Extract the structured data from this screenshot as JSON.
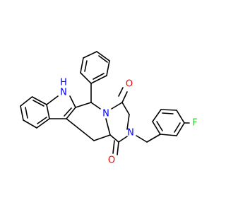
{
  "structure": {
    "atoms": {
      "nh_n": "N",
      "nh_h": "H",
      "n_ring": "N",
      "n_amide": "N",
      "o_top": "O",
      "o_bottom": "O",
      "f": "F"
    },
    "colors": {
      "bond": "#000000",
      "nitrogen": "#0000ff",
      "oxygen": "#ff0000",
      "fluorine": "#33cc33"
    }
  }
}
